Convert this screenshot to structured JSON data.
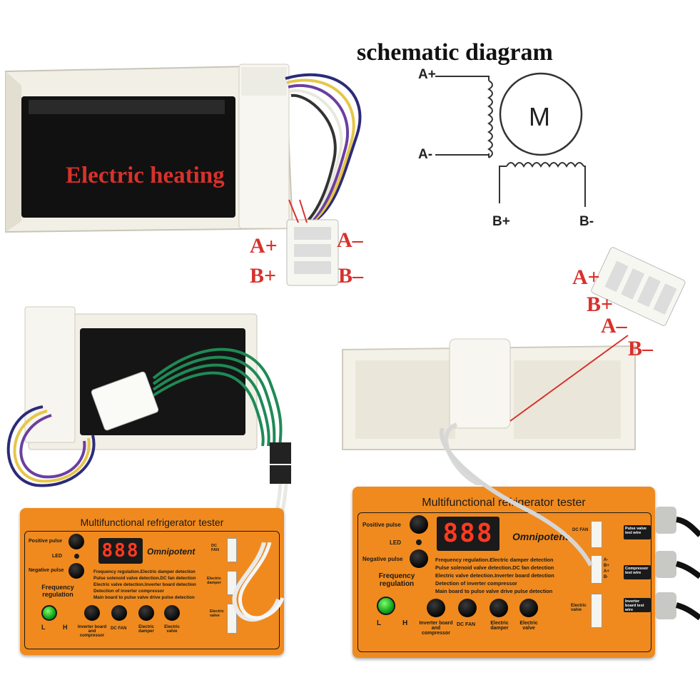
{
  "schematic": {
    "title": "schematic diagram",
    "motor_label": "M",
    "pins": {
      "a_plus": "A+",
      "a_minus": "A-",
      "b_plus": "B+",
      "b_minus": "B-"
    }
  },
  "top_left_photo": {
    "caption": "Electric heating",
    "labels": {
      "a_plus": "A+",
      "a_minus": "A–",
      "b_plus": "B+",
      "b_minus": "B–"
    }
  },
  "right_photo": {
    "labels": {
      "a_plus": "A+",
      "b_plus": "B+",
      "a_minus": "A–",
      "b_minus": "B–"
    }
  },
  "tester_left": {
    "title": "Multifunctional refrigerator tester",
    "display": "888",
    "brand": "Omnipotent",
    "positive_pulse": "Positive pulse",
    "led": "LED",
    "negative_pulse": "Negative pulse",
    "freq_label": "Frequency regulation",
    "low": "L",
    "high": "H",
    "description": [
      "Frequency regulation.Electric damper detection",
      "Pulse solenoid valve detection.DC fan detection",
      "Electric valve detection.Inverter board detection",
      "Detection of inverter compressor",
      "Main board to pulse valve drive pulse detection"
    ],
    "buttons": [
      "Inverter board and compressor",
      "DC FAN",
      "Electric damper",
      "Electric valve"
    ],
    "ports": [
      "DC FAN",
      "Electric damper",
      "Electric valve"
    ]
  },
  "tester_right": {
    "title": "Multifunctional refrigerator tester",
    "display": "888",
    "brand": "Omnipotent",
    "positive_pulse": "Positive pulse",
    "led": "LED",
    "negative_pulse": "Negative pulse",
    "freq_label": "Frequency regulation",
    "low": "L",
    "high": "H",
    "description": [
      "Frequency regulation.Electric damper detection",
      "Pulse solenoid valve detection.DC fan detection",
      "Electric valve detection.Inverter board detection",
      "Detection of inverter compressor",
      "Main board to pulse valve drive pulse detection"
    ],
    "buttons": [
      "Inverter board and compressor",
      "DC FAN",
      "Electric damper",
      "Electric valve"
    ],
    "ports": [
      "DC FAN",
      "Electric valve"
    ],
    "side_labels": [
      "Pulse valve test wire",
      "Compressor test wire",
      "Inverter board test wire"
    ],
    "pin_labels": [
      "A-",
      "B+",
      "A+",
      "B-"
    ]
  },
  "colors": {
    "accent_red": "#d8312c",
    "tester_orange": "#f08a1e",
    "display_red": "#ff3b1f",
    "knob_green": "#22c22a"
  }
}
